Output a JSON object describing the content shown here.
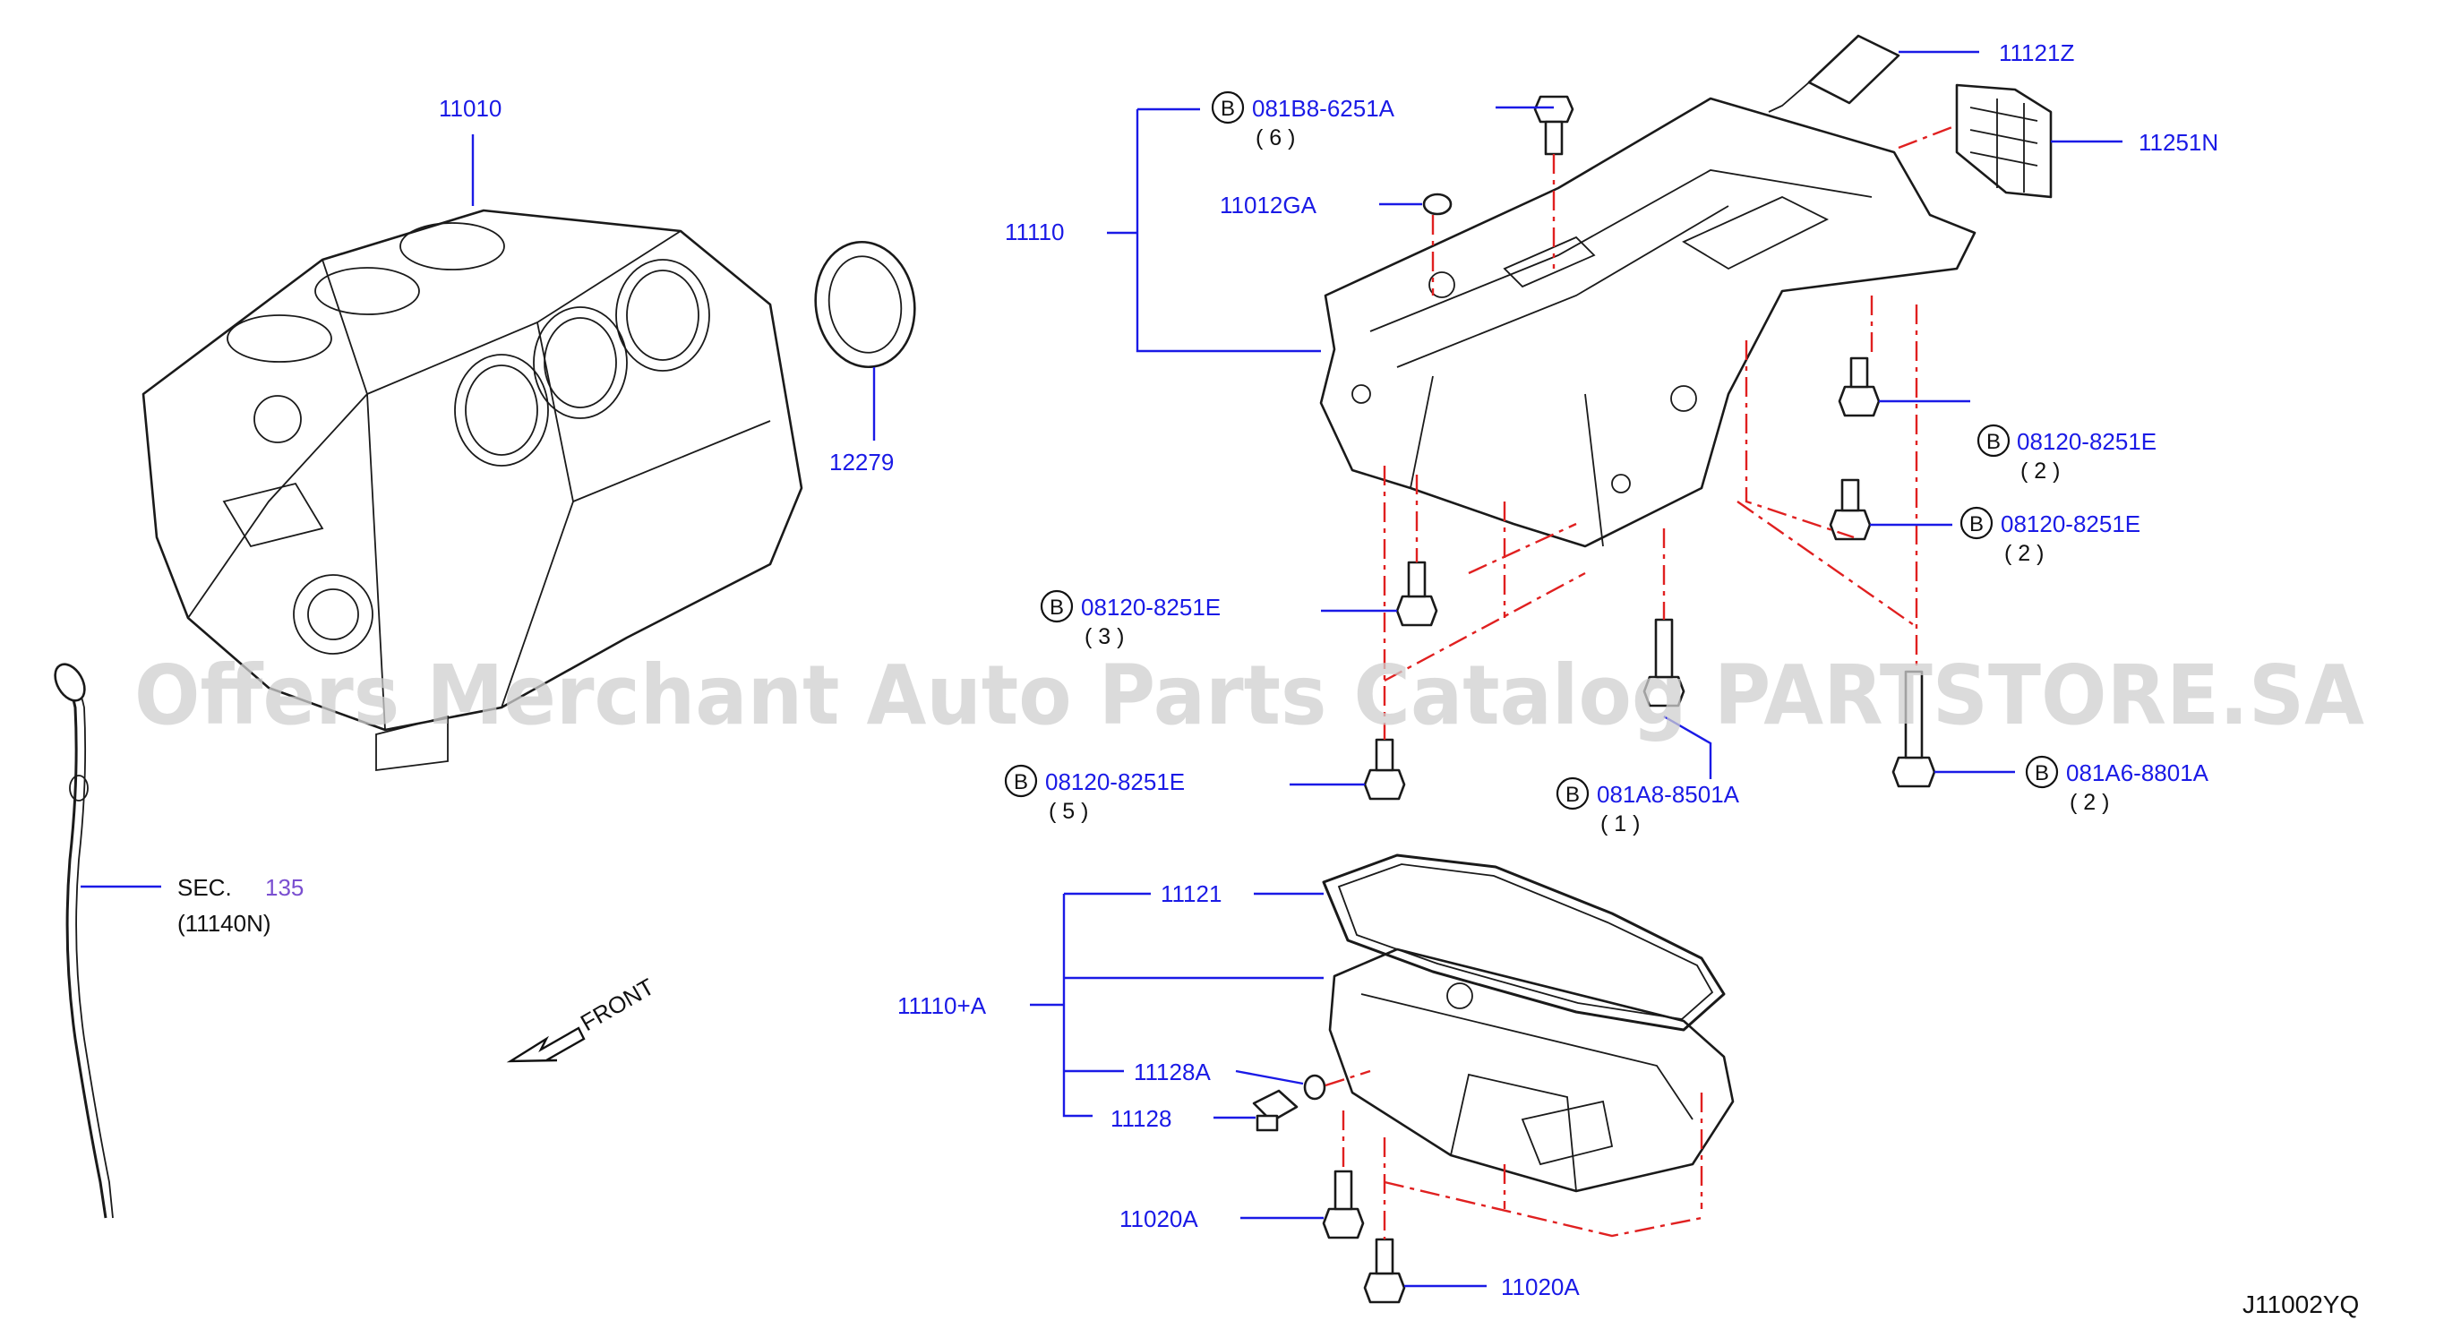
{
  "diagram": {
    "watermark": "Offers Merchant Auto Parts Catalog PARTSTORE.SA",
    "diagram_code": "J11002YQ",
    "front_label": "FRONT",
    "bolt_marker": "B",
    "labels": {
      "p11010": "11010",
      "p12279": "12279",
      "p11110": "11110",
      "p11012GA": "11012GA",
      "p081B8": "081B8-6251A",
      "q081B8": "( 6 )",
      "p11121Z": "11121Z",
      "p11251N": "11251N",
      "p08120a": "08120-8251E",
      "q08120a": "( 2 )",
      "p08120b": "08120-8251E",
      "q08120b": "( 2 )",
      "p08120c": "08120-8251E",
      "q08120c": "( 3 )",
      "p08120d": "08120-8251E",
      "q08120d": "( 5 )",
      "p081A8": "081A8-8501A",
      "q081A8": "( 1 )",
      "p081A6": "081A6-8801A",
      "q081A6": "( 2 )",
      "sec_prefix": "SEC.",
      "sec_number": "135",
      "sec_part": "(11140N)",
      "p11121": "11121",
      "p11110A": "11110+A",
      "p11128A": "11128A",
      "p11128": "11128",
      "p11020A_1": "11020A",
      "p11020A_2": "11020A"
    }
  }
}
